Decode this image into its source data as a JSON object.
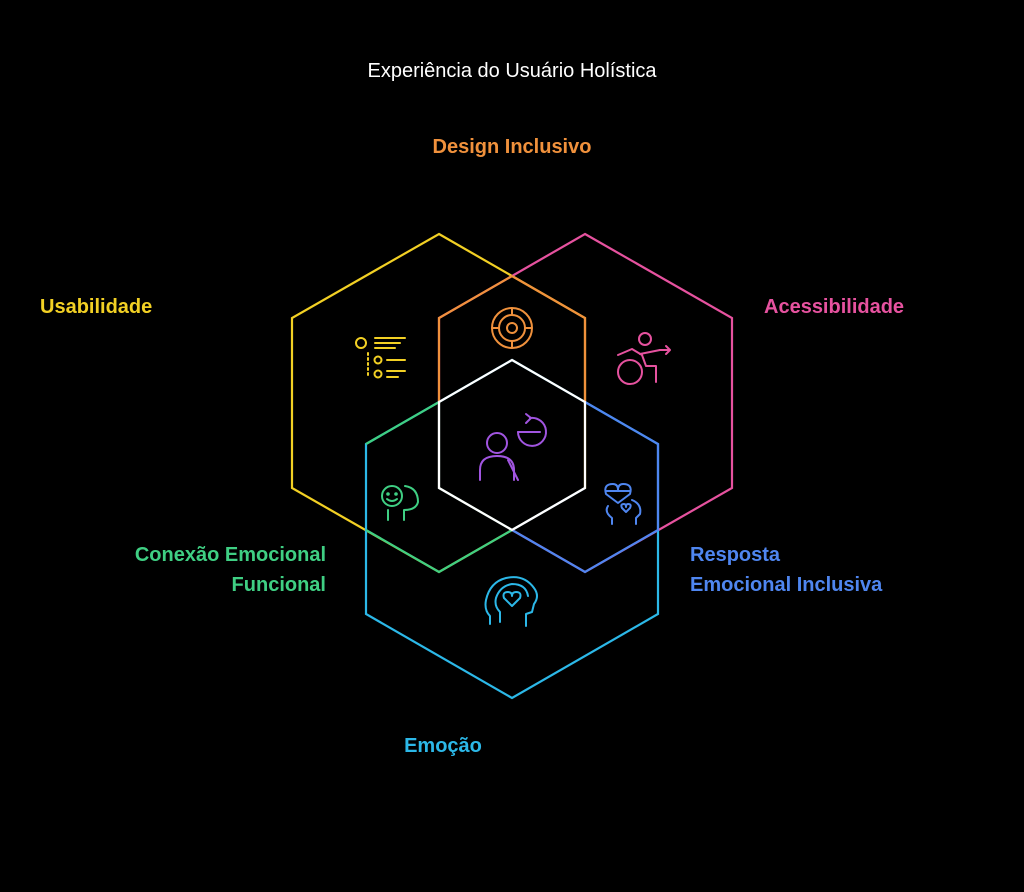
{
  "title": "Experiência do Usuário Holística",
  "labels": {
    "design_inclusivo": "Design Inclusivo",
    "usabilidade": "Usabilidade",
    "acessibilidade": "Acessibilidade",
    "conexao_line1": "Conexão Emocional",
    "conexao_line2": "Funcional",
    "resposta_line1": "Resposta",
    "resposta_line2": "Emocional Inclusiva",
    "emocao": "Emoção"
  },
  "colors": {
    "usabilidade": "#f2d024",
    "acessibilidade": "#e6529f",
    "emocao": "#2cb8e8",
    "design_inclusivo": "#f0913c",
    "conexao": "#3fcf83",
    "resposta": "#4f86f0",
    "center": "#ffffff",
    "center_icon": "#a155e0"
  },
  "icons": {
    "usabilidade": "checklist-icon",
    "design_inclusivo": "target-icon",
    "acessibilidade": "wheelchair-icon",
    "center": "person-refresh-icon",
    "conexao": "smiley-head-icon",
    "resposta": "heart-head-icon",
    "emocao": "heart-head-icon"
  }
}
